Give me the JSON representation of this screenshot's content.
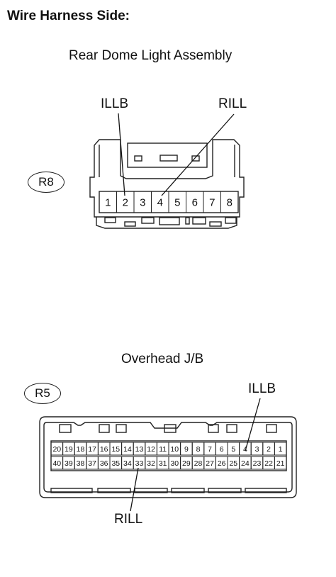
{
  "heading": "Wire Harness Side:",
  "connectors": [
    {
      "code": "R8",
      "title": "Rear Dome Light Assembly",
      "pins_top": [
        "1",
        "2",
        "3",
        "4",
        "5",
        "6",
        "7",
        "8"
      ],
      "callouts": [
        {
          "label": "ILLB",
          "pin": "2"
        },
        {
          "label": "RILL",
          "pin": "4"
        }
      ]
    },
    {
      "code": "R5",
      "title": "Overhead J/B",
      "pins_top": [
        "20",
        "19",
        "18",
        "17",
        "16",
        "15",
        "14",
        "13",
        "12",
        "11",
        "10",
        "9",
        "8",
        "7",
        "6",
        "5",
        "4",
        "3",
        "2",
        "1"
      ],
      "pins_bottom": [
        "40",
        "39",
        "38",
        "37",
        "36",
        "35",
        "34",
        "33",
        "32",
        "31",
        "30",
        "29",
        "28",
        "27",
        "26",
        "25",
        "24",
        "23",
        "22",
        "21"
      ],
      "callouts": [
        {
          "label": "ILLB",
          "pin": "4"
        },
        {
          "label": "RILL",
          "pin": "33"
        }
      ]
    }
  ]
}
